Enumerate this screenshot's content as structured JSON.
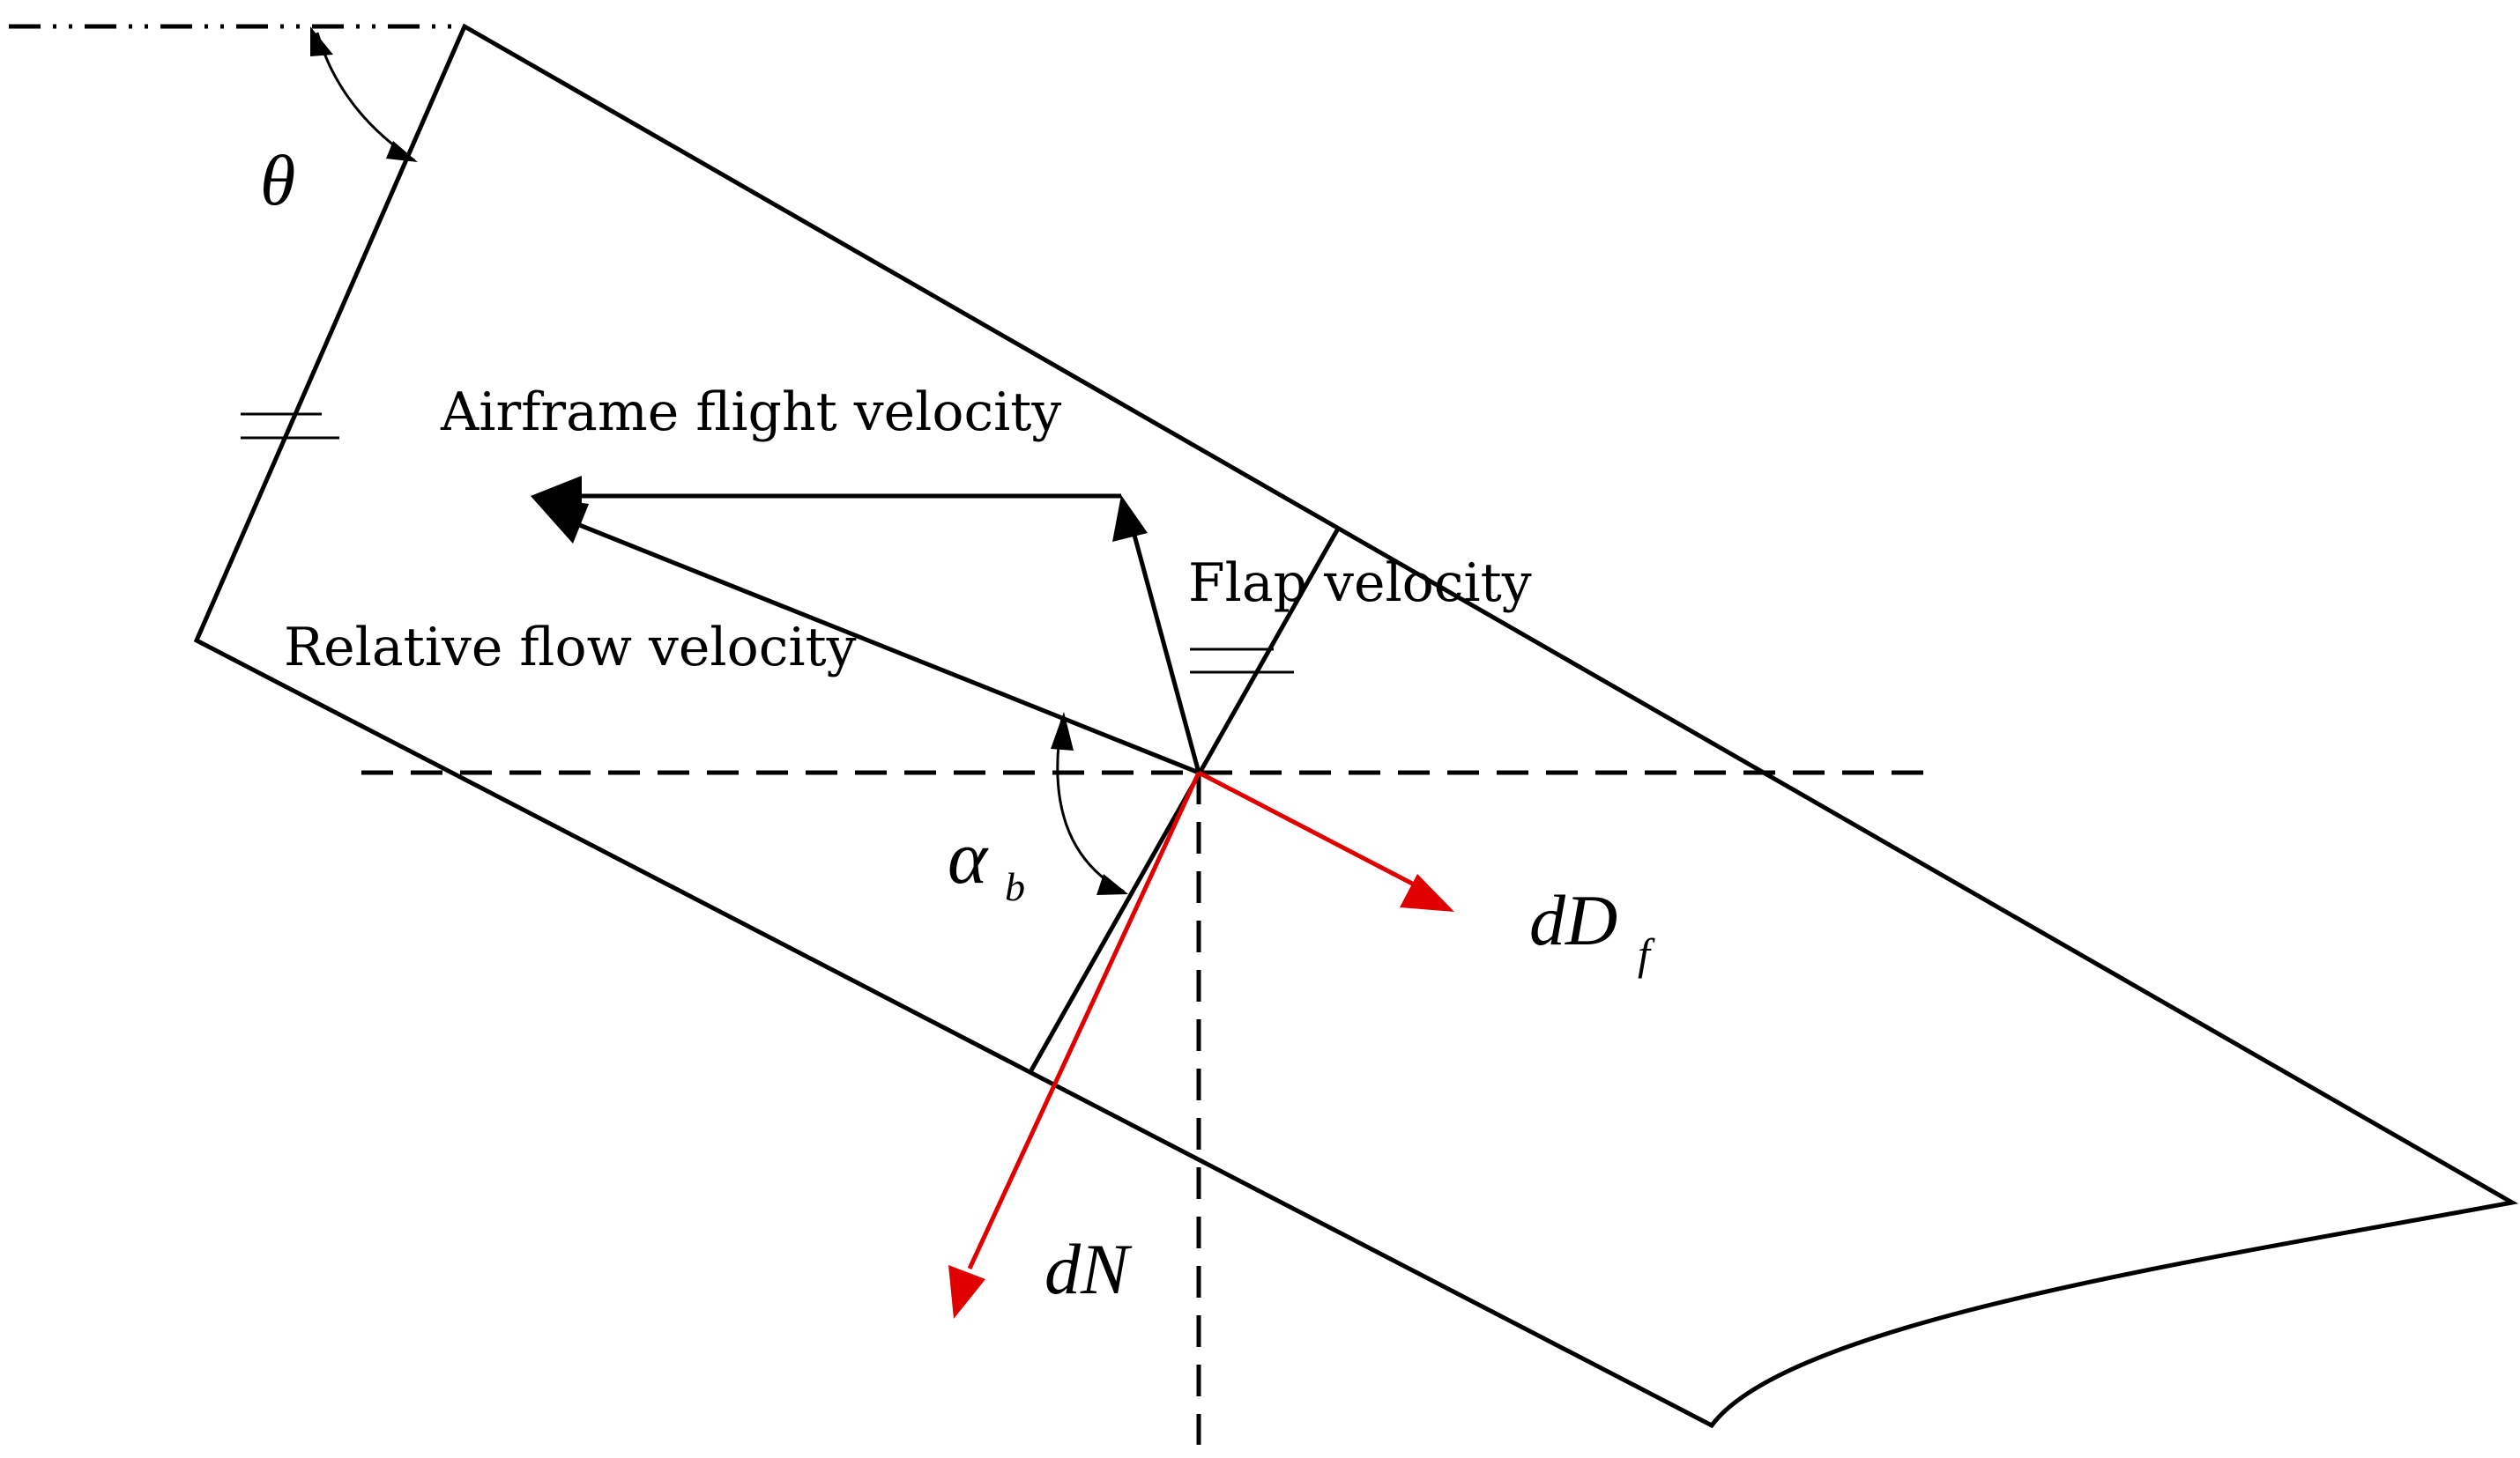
{
  "labels": {
    "airframe_flight_velocity": "Airframe flight velocity",
    "flap_velocity": "Flap velocity",
    "relative_flow_velocity": "Relative flow velocity"
  },
  "symbols": {
    "theta": "θ",
    "alpha": "α",
    "alpha_sub": "b",
    "dD": "dD",
    "dD_sub": "f",
    "dN": "dN"
  },
  "colors": {
    "lines": "#000000",
    "force_vectors": "#e00000"
  }
}
